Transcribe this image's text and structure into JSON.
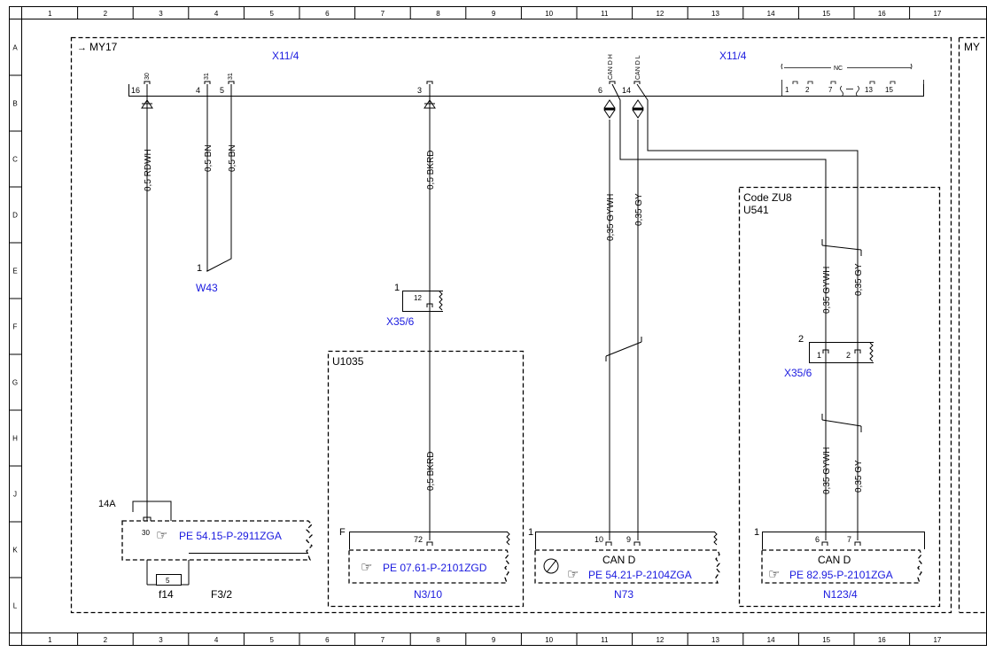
{
  "grid": {
    "columns": [
      "1",
      "2",
      "3",
      "4",
      "5",
      "6",
      "7",
      "8",
      "9",
      "10",
      "11",
      "12",
      "13",
      "14",
      "15",
      "16",
      "17"
    ],
    "rows": [
      "A",
      "B",
      "C",
      "D",
      "E",
      "F",
      "G",
      "H",
      "J",
      "K",
      "L"
    ]
  },
  "frame": {
    "model_label": "MY17",
    "model_label_right": "MY",
    "connector_left": "X11/4",
    "connector_right": "X11/4"
  },
  "connector_pins": [
    {
      "pin": "16",
      "signal": "30"
    },
    {
      "pin": "4",
      "signal": "31"
    },
    {
      "pin": "5",
      "signal": "31"
    },
    {
      "pin": "3",
      "signal": ""
    },
    {
      "pin": "6",
      "signal": "CAN D H"
    },
    {
      "pin": "14",
      "signal": "CAN D L"
    }
  ],
  "nc_block": {
    "label": "NC",
    "pins": [
      "1",
      "2",
      "7",
      "13",
      "15"
    ]
  },
  "wires": [
    {
      "label": "0,5 RDWH"
    },
    {
      "label": "0,5 BN"
    },
    {
      "label": "0,5 BN"
    },
    {
      "label": "0,5 BKRD"
    },
    {
      "label": "0,35 GYWH"
    },
    {
      "label": "0,35 GY"
    },
    {
      "label": "0,35 GYWH"
    },
    {
      "label": "0,35 GY"
    },
    {
      "label": "0,5 BKRD"
    },
    {
      "label": "0,35 GYWH"
    },
    {
      "label": "0,35 GY"
    }
  ],
  "components": {
    "w43": {
      "pin": "1",
      "name": "W43"
    },
    "x35_6_left": {
      "pin_outer": "1",
      "pin_inner": "12",
      "name": "X35/6"
    },
    "x35_6_right": {
      "pin_outer": "2",
      "pin_a": "1",
      "pin_b": "2",
      "name": "X35/6"
    },
    "code_zu8": {
      "code": "Code ZU8",
      "variant": "U541"
    },
    "u1035": {
      "variant": "U1035"
    },
    "f3_2": {
      "pin_label": "14A",
      "pin": "30",
      "ref": "PE 54.15-P-2911ZGA",
      "fuse_value": "5",
      "fuse_name": "f14",
      "name": "F3/2"
    },
    "n3_10": {
      "pin_outer": "F",
      "pin": "72",
      "ref": "PE 07.61-P-2101ZGD",
      "name": "N3/10"
    },
    "n73": {
      "pin_outer": "1",
      "pin_a": "10",
      "pin_b": "9",
      "bus": "CAN D",
      "ref": "PE 54.21-P-2104ZGA",
      "name": "N73"
    },
    "n123_4": {
      "pin_outer": "1",
      "pin_a": "6",
      "pin_b": "7",
      "bus": "CAN D",
      "ref": "PE 82.95-P-2101ZGA",
      "name": "N123/4"
    }
  },
  "colors": {
    "link": "#1a1adf",
    "line": "#000000"
  },
  "icons": {
    "reference": "pointing-hand-icon",
    "sensor": "sensor-symbol-icon"
  }
}
